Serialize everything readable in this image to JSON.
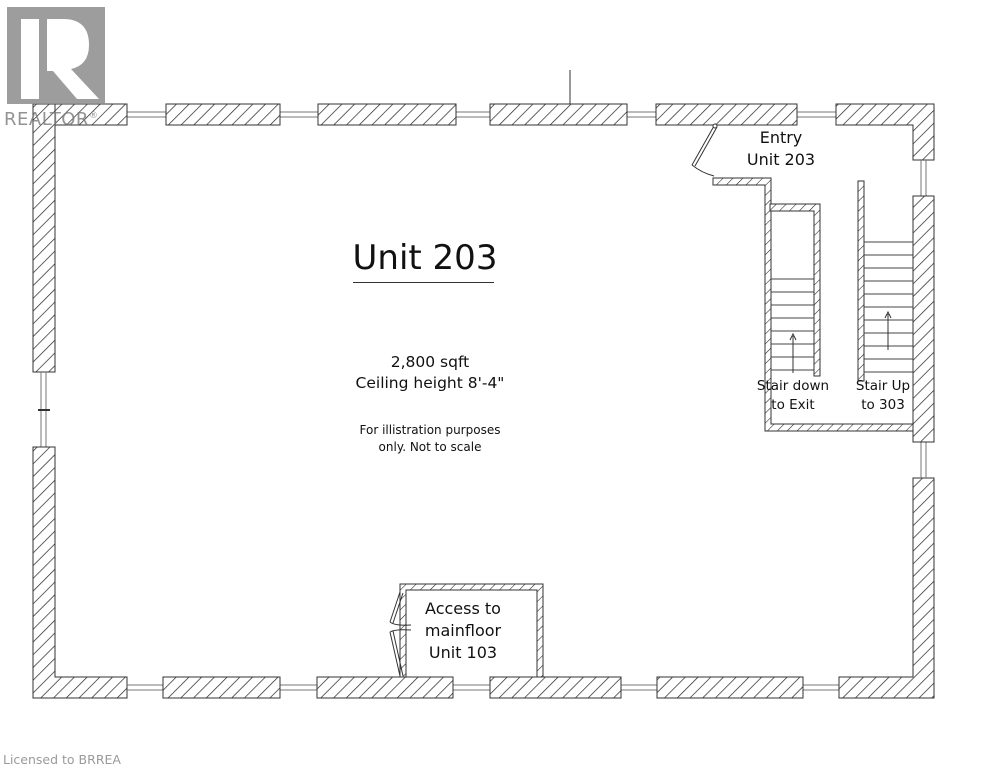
{
  "watermark": {
    "logo_letter": "R",
    "logo_text": "REALTOR",
    "logo_mark": "®",
    "license": "Licensed to BRREA"
  },
  "plan": {
    "title": "Unit 203",
    "area": "2,800 sqft",
    "ceiling": "Ceiling height 8'-4\"",
    "note_line1": "For illistration purposes",
    "note_line2": "only. Not to scale",
    "entry_line1": "Entry",
    "entry_line2": "Unit 203",
    "stair_down_line1": "Stair down",
    "stair_down_line2": "to Exit",
    "stair_up_line1": "Stair Up",
    "stair_up_line2": "to 303",
    "access_line1": "Access to",
    "access_line2": "mainfloor",
    "access_line3": "Unit 103"
  },
  "colors": {
    "wall_stroke": "#333333",
    "window": "#888888",
    "watermark": "#8c8c8c",
    "license_text": "#9a9a9a"
  }
}
